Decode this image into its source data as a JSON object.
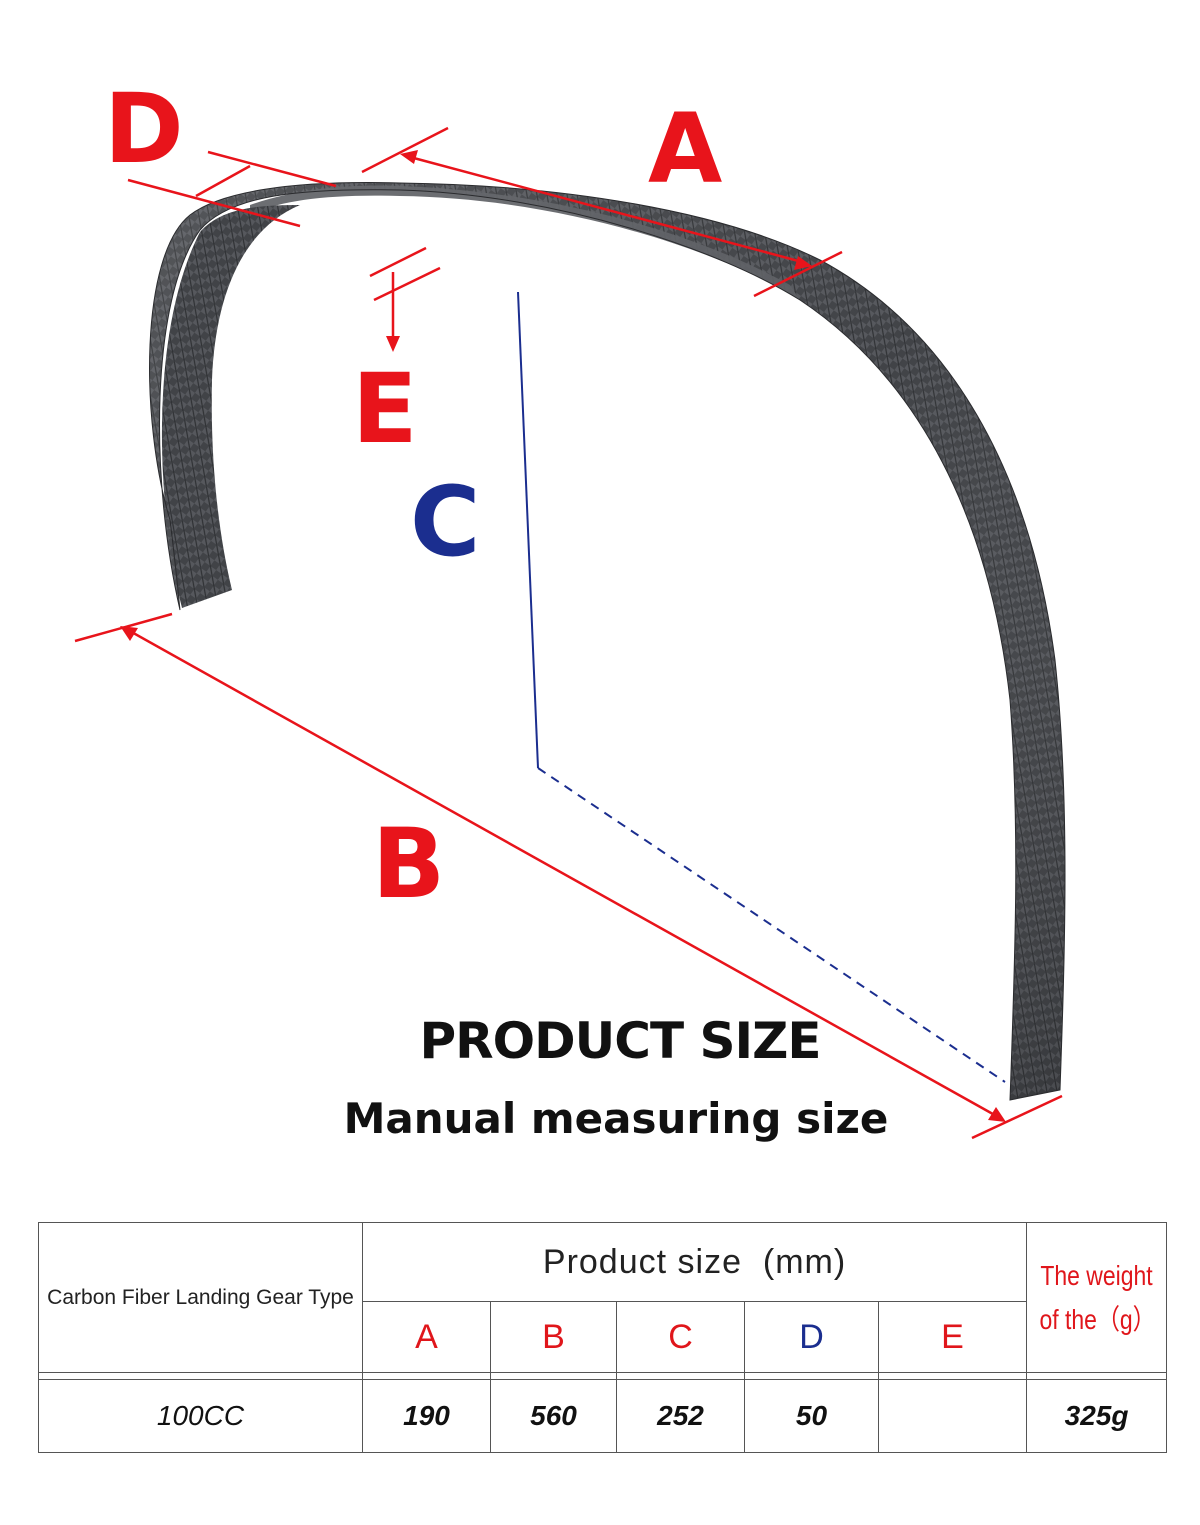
{
  "diagram": {
    "labels": {
      "A": "A",
      "B": "B",
      "C": "C",
      "D": "D",
      "E": "E"
    },
    "colors": {
      "dimension_red": "#e8141b",
      "c_blue": "#1b2e8f",
      "carbon_dark": "#3a3c40",
      "carbon_light": "#6a6c70"
    }
  },
  "header": {
    "title": "PRODUCT SIZE",
    "subtitle": "Manual measuring size"
  },
  "table": {
    "type_header": "Carbon Fiber Landing Gear Type",
    "size_header": "Product size  (mm)",
    "weight_header_line1": "The weight",
    "weight_header_line2": "of the（g）",
    "columns": [
      {
        "label": "A",
        "color": "#e0161b"
      },
      {
        "label": "B",
        "color": "#e0161b"
      },
      {
        "label": "C",
        "color": "#e0161b"
      },
      {
        "label": "D",
        "color": "#1b2e8f"
      },
      {
        "label": "E",
        "color": "#e0161b"
      }
    ],
    "row": {
      "model": "100CC",
      "A": "190",
      "B": "560",
      "C": "252",
      "D": "50",
      "E": "",
      "weight": "325g"
    }
  }
}
